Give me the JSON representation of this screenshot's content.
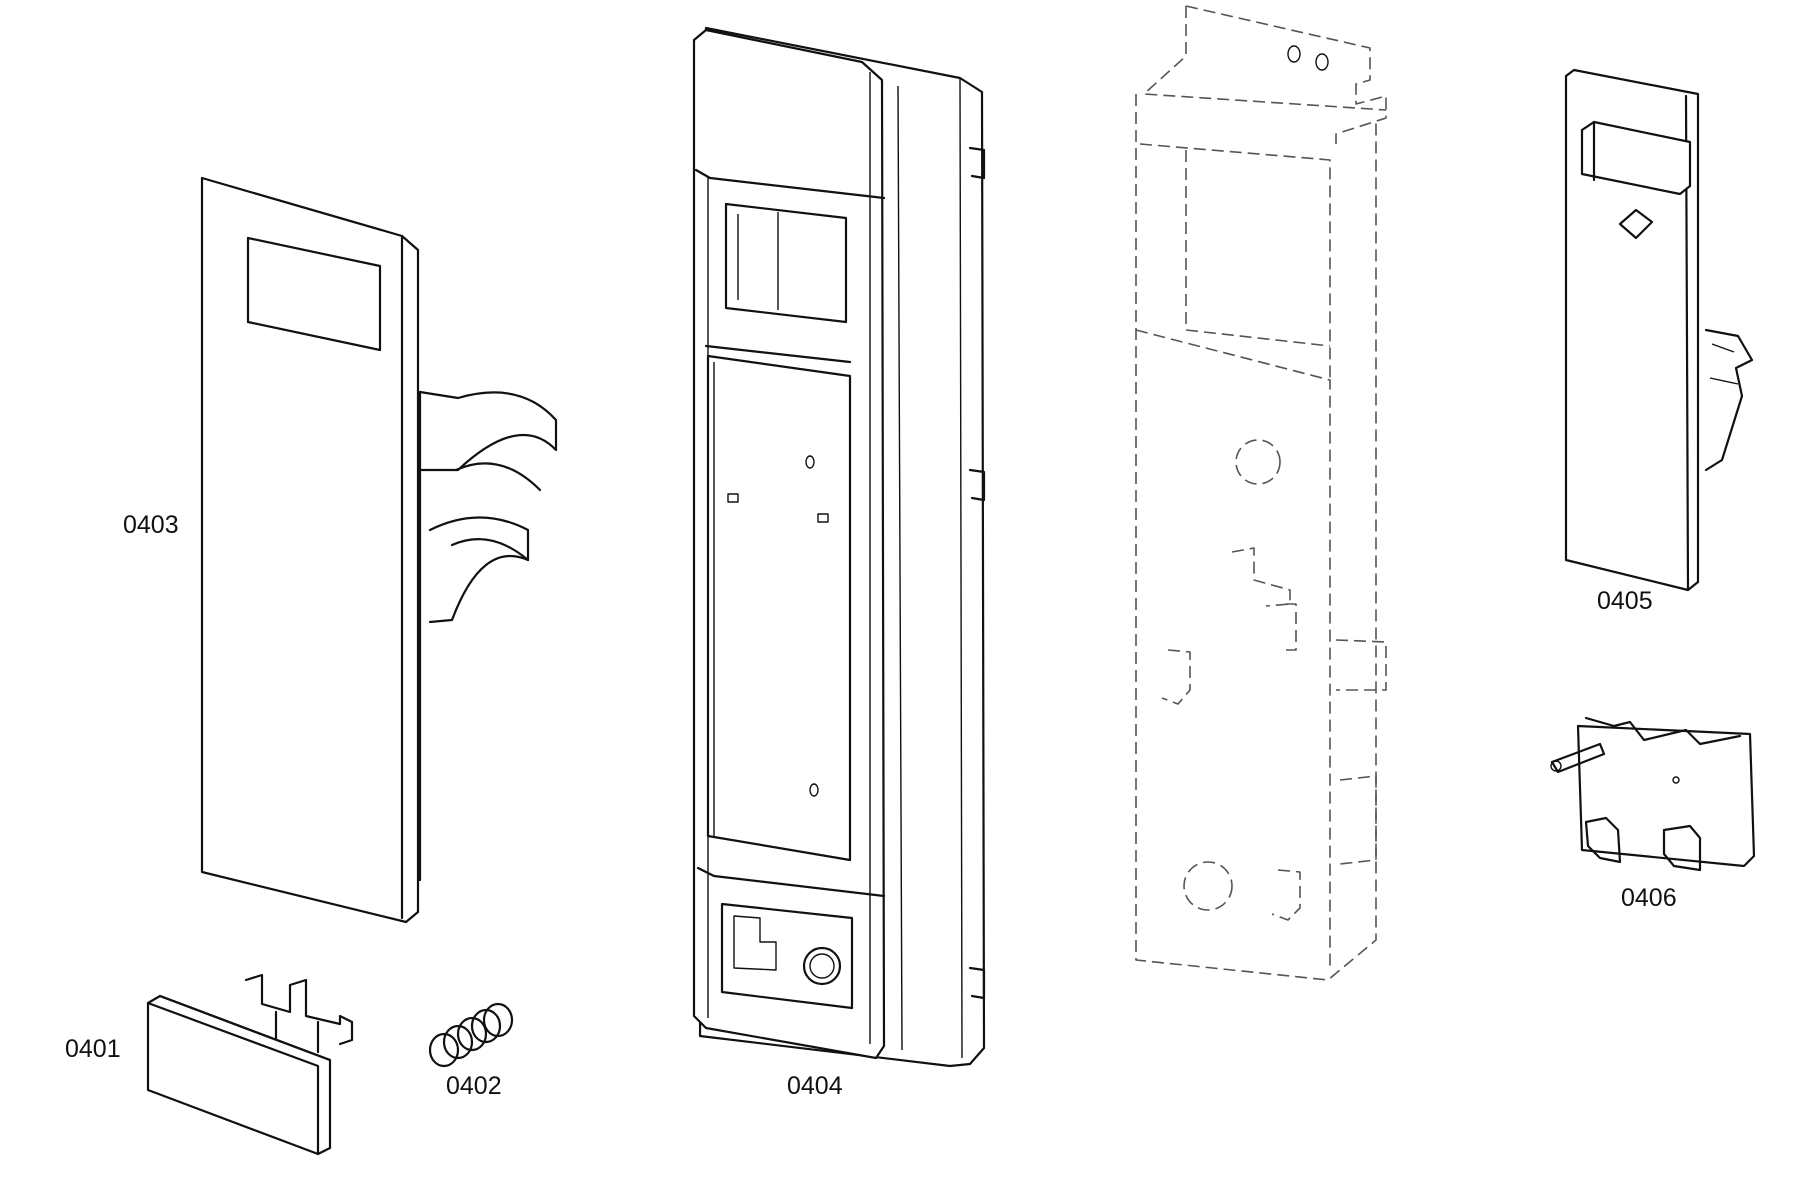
{
  "parts": [
    {
      "id": "part-0401",
      "label": "0401"
    },
    {
      "id": "part-0402",
      "label": "0402"
    },
    {
      "id": "part-0403",
      "label": "0403"
    },
    {
      "id": "part-0404",
      "label": "0404"
    },
    {
      "id": "part-0405",
      "label": "0405"
    },
    {
      "id": "part-0406",
      "label": "0406"
    }
  ]
}
